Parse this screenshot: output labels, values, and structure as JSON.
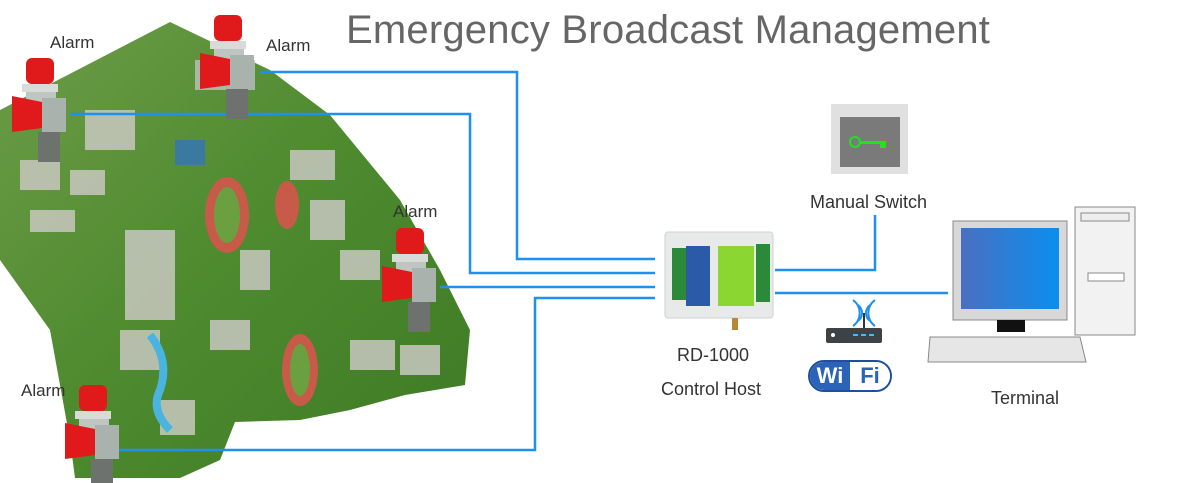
{
  "title": "Emergency Broadcast Management",
  "alarms": [
    {
      "label": "Alarm"
    },
    {
      "label": "Alarm"
    },
    {
      "label": "Alarm"
    },
    {
      "label": "Alarm"
    }
  ],
  "control_host": {
    "model": "RD-1000",
    "label": "Control Host"
  },
  "manual_switch": {
    "label": "Manual Switch"
  },
  "wifi": {
    "label": "WiFi",
    "left": "Wi",
    "right": "Fi"
  },
  "terminal": {
    "label": "Terminal"
  },
  "colors": {
    "line": "#1E90F0",
    "alarm_red": "#E0191B",
    "map_green": "#4E8A2E",
    "key_green": "#22E022",
    "screen_blue": "#1E88E8"
  }
}
